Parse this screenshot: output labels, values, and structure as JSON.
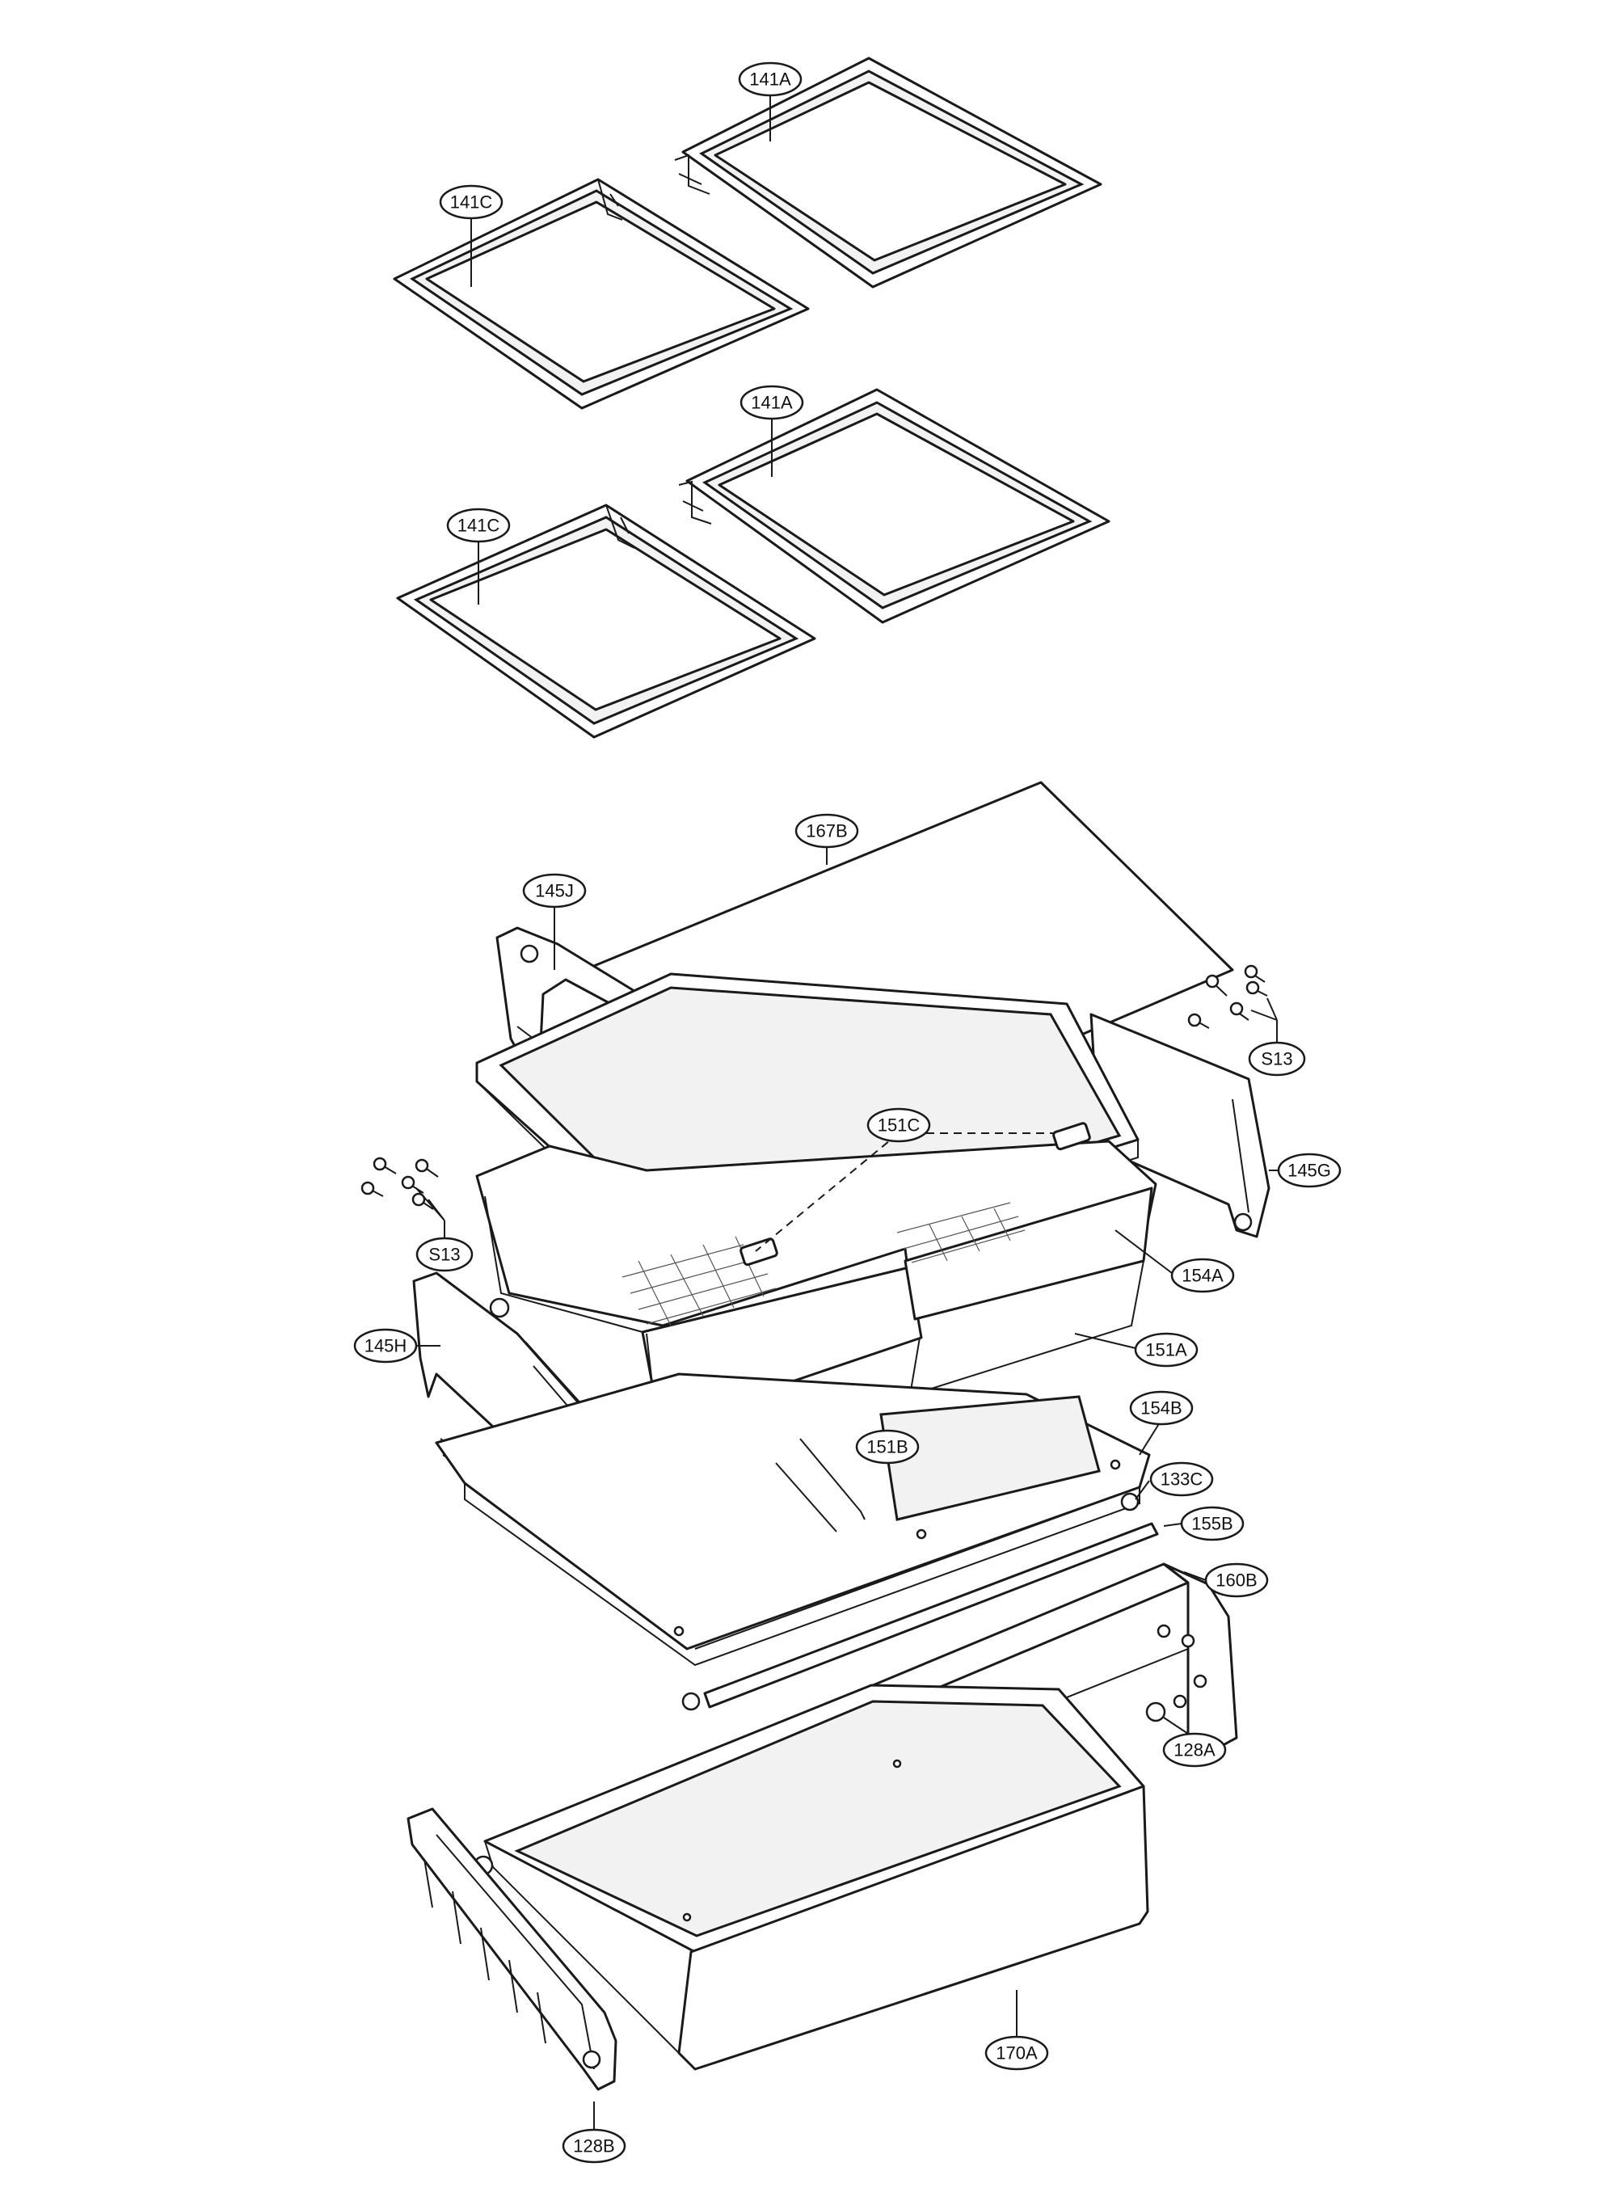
{
  "diagram": {
    "callouts": [
      {
        "id": "141A",
        "label": "141A"
      },
      {
        "id": "141C",
        "label": "141C"
      },
      {
        "id": "141A-2",
        "label": "141A"
      },
      {
        "id": "141C-2",
        "label": "141C"
      },
      {
        "id": "167B",
        "label": "167B"
      },
      {
        "id": "145J",
        "label": "145J"
      },
      {
        "id": "S13-right",
        "label": "S13"
      },
      {
        "id": "151C",
        "label": "151C"
      },
      {
        "id": "145G",
        "label": "145G"
      },
      {
        "id": "S13-left",
        "label": "S13"
      },
      {
        "id": "154A",
        "label": "154A"
      },
      {
        "id": "145H",
        "label": "145H"
      },
      {
        "id": "151A",
        "label": "151A"
      },
      {
        "id": "154B",
        "label": "154B"
      },
      {
        "id": "151B",
        "label": "151B"
      },
      {
        "id": "133C",
        "label": "133C"
      },
      {
        "id": "155B",
        "label": "155B"
      },
      {
        "id": "160B",
        "label": "160B"
      },
      {
        "id": "128A",
        "label": "128A"
      },
      {
        "id": "170A",
        "label": "170A"
      },
      {
        "id": "128B",
        "label": "128B"
      }
    ]
  }
}
